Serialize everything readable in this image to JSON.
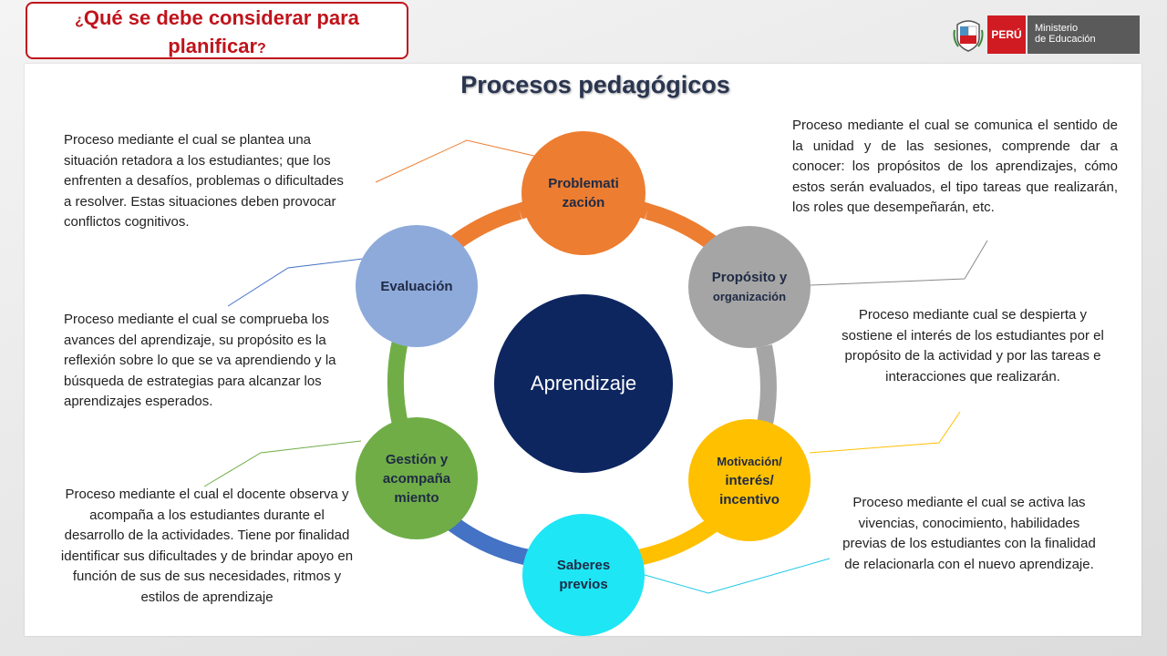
{
  "header": {
    "title_open_q": "¿",
    "title_main": "Qué se debe considerar  para planificar",
    "title_close_q": "?"
  },
  "logo": {
    "country": "PERÚ",
    "ministry_line1": "Ministerio",
    "ministry_line2": "de Educación",
    "colors": {
      "red": "#d11b22",
      "gray": "#5a5a5a"
    }
  },
  "diagram": {
    "title": "Procesos pedagógicos",
    "center_label": "Aprendizaje",
    "nodes": {
      "problematizacion": {
        "line1": "Problemati",
        "line2": "zación",
        "color": "#ed7d31"
      },
      "proposito": {
        "line1": "Propósito y",
        "line2": "organización",
        "color": "#a5a5a5"
      },
      "motivacion": {
        "line1": "Motivación/",
        "line2": "interés/",
        "line3": "incentivo",
        "color": "#ffc000"
      },
      "saberes": {
        "line1": "Saberes",
        "line2": "previos",
        "color": "#1ee6f5"
      },
      "gestion": {
        "line1": "Gestión y",
        "line2": "acompaña",
        "line3": "miento",
        "color": "#70ad47"
      },
      "evaluacion": {
        "line1": "Evaluación",
        "color": "#8eaadb"
      }
    },
    "descriptions": {
      "problematizacion": "Proceso mediante el cual se plantea una situación retadora a los estudiantes; que los enfrenten a desafíos, problemas o dificultades a resolver. Estas situaciones deben provocar conflictos cognitivos.",
      "evaluacion": "Proceso mediante el cual se comprueba los avances del aprendizaje,  su propósito es la reflexión sobre lo que se va aprendiendo y la búsqueda de estrategias para alcanzar los aprendizajes esperados.",
      "gestion": "Proceso mediante el cual el docente observa y acompaña a los estudiantes durante el desarrollo de la actividades. Tiene por finalidad identificar sus dificultades y de brindar apoyo en función de sus  de sus necesidades, ritmos y estilos de aprendizaje",
      "proposito": "Proceso mediante el cual se comunica el sentido de la unidad y de las sesiones, comprende dar a conocer: los propósitos de los aprendizajes, cómo estos serán evaluados, el tipo tareas que realizarán, los roles que desempeñarán, etc.",
      "motivacion": "Proceso mediante cual se despierta y sostiene el interés  de los estudiantes por el propósito de la actividad y por las tareas e interacciones que realizarán.",
      "saberes": "Proceso mediante el cual se activa las vivencias, conocimiento, habilidades previas de los estudiantes con la finalidad de relacionarla con el nuevo aprendizaje."
    }
  }
}
